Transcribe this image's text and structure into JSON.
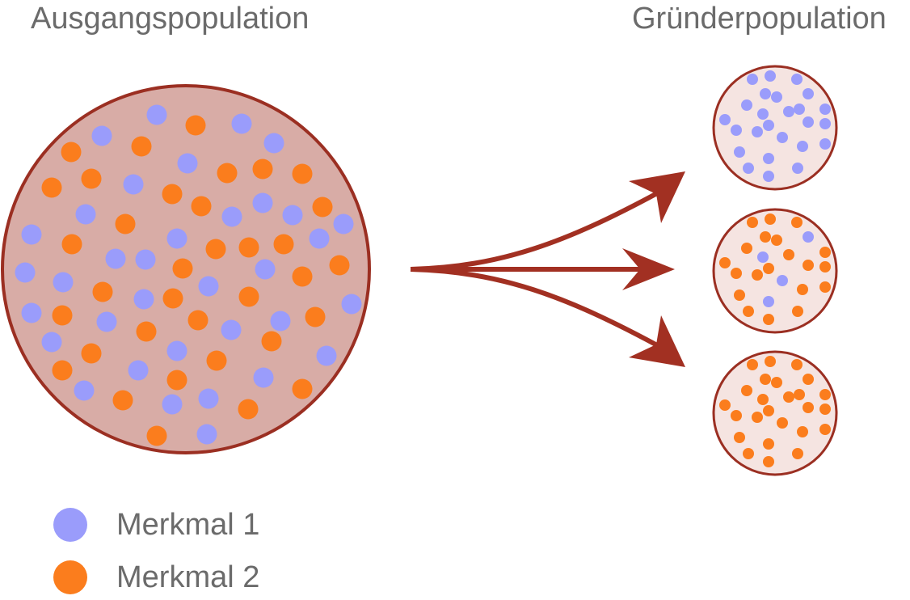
{
  "titles": {
    "source": "Ausgangspopulation",
    "founder": "Gründerpopulation"
  },
  "legend": [
    {
      "label": "Merkmal 1",
      "color": "#9a9cfb"
    },
    {
      "label": "Merkmal 2",
      "color": "#fb7d1d"
    }
  ],
  "colors": {
    "trait1": "#9a9cfb",
    "trait2": "#fb7d1d",
    "source_fill": "#d8aca6",
    "founder_fill": "#f5e4e1",
    "outline": "#9b2f22",
    "arrow": "#a23022"
  },
  "founder_populations": [
    {
      "trait1_count": 25,
      "trait2_count": 0
    },
    {
      "trait1_count": 4,
      "trait2_count": 20
    },
    {
      "trait1_count": 0,
      "trait2_count": 25
    }
  ]
}
